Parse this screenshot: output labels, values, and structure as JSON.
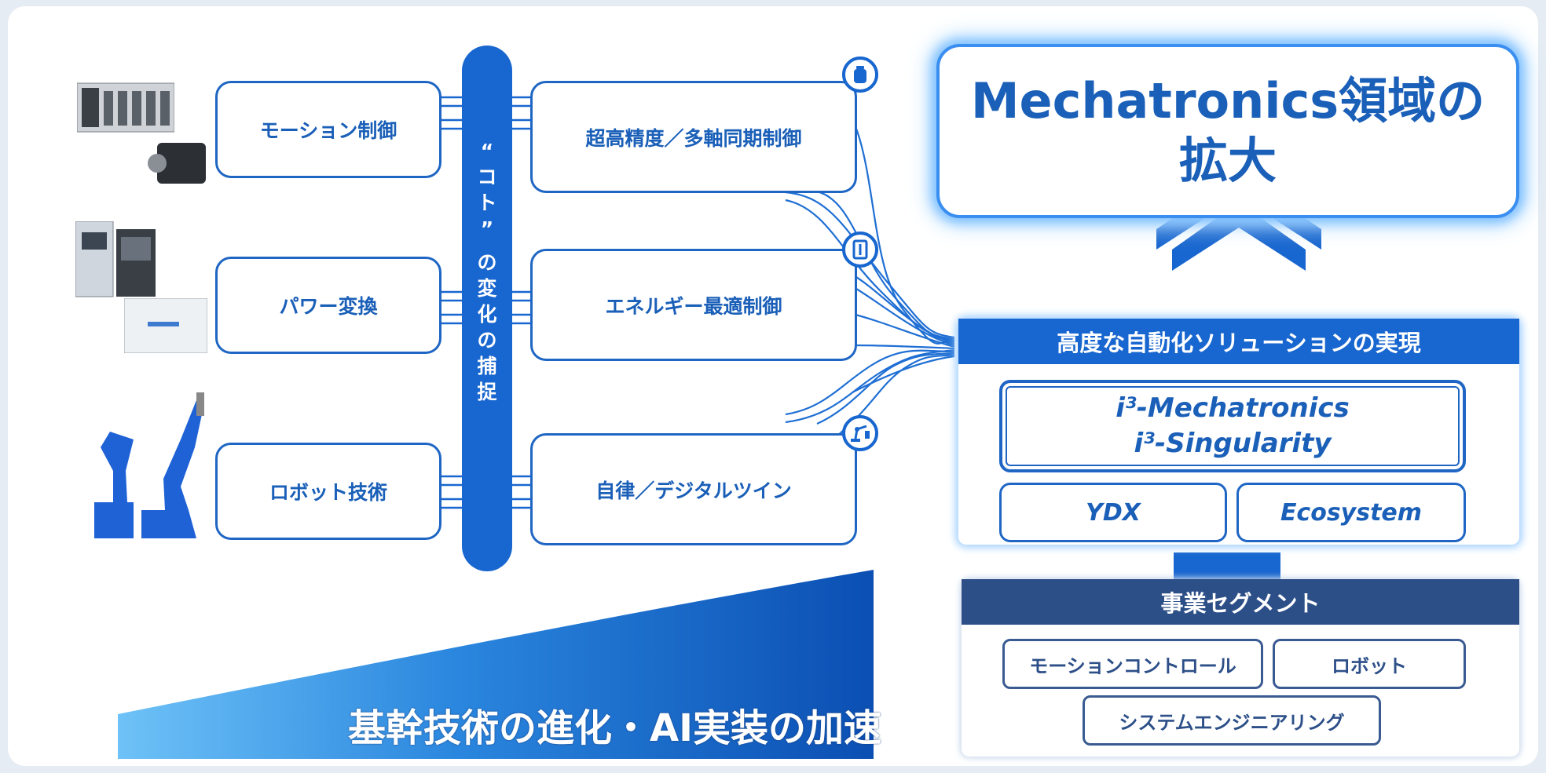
{
  "left_boxes": [
    "モーション制御",
    "パワー変換",
    "ロボット技術"
  ],
  "center_boxes": [
    "超高精度／多軸同期制御",
    "エネルギー最適制御",
    "自律／デジタルツイン"
  ],
  "pill_chars": [
    "“",
    "コ",
    "ト",
    "”",
    "の",
    "変",
    "化",
    "の",
    "捕",
    "捉"
  ],
  "main_goal": {
    "line1": "Mechatronics領域の",
    "line2": "拡大"
  },
  "solution": {
    "header": "高度な自動化ソリューションの実現",
    "platform_line1": "i³-Mechatronics",
    "platform_line2": "i³-Singularity",
    "pillars": [
      "YDX",
      "Ecosystem"
    ]
  },
  "segments": {
    "header": "事業セグメント",
    "items": [
      "モーションコントロール",
      "ロボット",
      "システムエンジニアリング"
    ]
  },
  "bottom_banner": "基幹技術の進化・AI実装の加速",
  "icons": [
    "sensor-icon",
    "inverter-icon",
    "robot-arm-icon"
  ],
  "colors": {
    "primary": "#1866cf",
    "text": "#1a5fb8",
    "navy": "#2d4f88",
    "glow": "#7ec0ff"
  }
}
